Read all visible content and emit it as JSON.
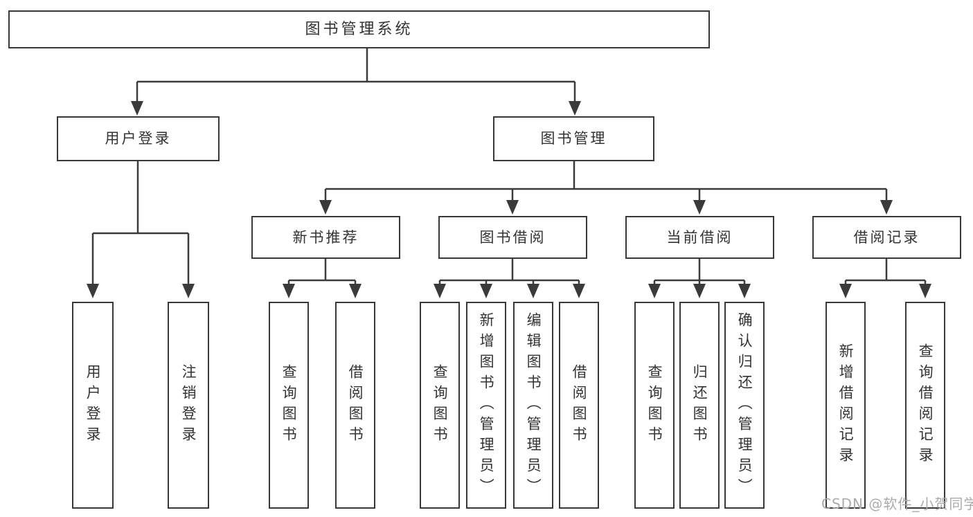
{
  "diagram": {
    "root": {
      "label": "图书管理系统"
    },
    "branches": [
      {
        "label": "用户登录",
        "leaves": [
          {
            "label": "用户登录"
          },
          {
            "label": "注销登录"
          }
        ]
      },
      {
        "label": "图书管理",
        "groups": [
          {
            "label": "新书推荐",
            "leaves": [
              {
                "label": "查询图书"
              },
              {
                "label": "借阅图书"
              }
            ]
          },
          {
            "label": "图书借阅",
            "leaves": [
              {
                "label": "查询图书"
              },
              {
                "label": "新增图书（管理员）"
              },
              {
                "label": "编辑图书（管理员）"
              },
              {
                "label": "借阅图书"
              }
            ]
          },
          {
            "label": "当前借阅",
            "leaves": [
              {
                "label": "查询图书"
              },
              {
                "label": "归还图书"
              },
              {
                "label": "确认归还（管理员）"
              }
            ]
          },
          {
            "label": "借阅记录",
            "leaves": [
              {
                "label": "新增借阅记录"
              },
              {
                "label": "查询借阅记录"
              }
            ]
          }
        ]
      }
    ],
    "watermark": "CSDN @软件_小贺同学",
    "colors": {
      "line": "#3a3a3a",
      "box_border": "#383838",
      "box_fill": "#ffffff",
      "text": "#333333",
      "watermark": "#ababab"
    }
  }
}
